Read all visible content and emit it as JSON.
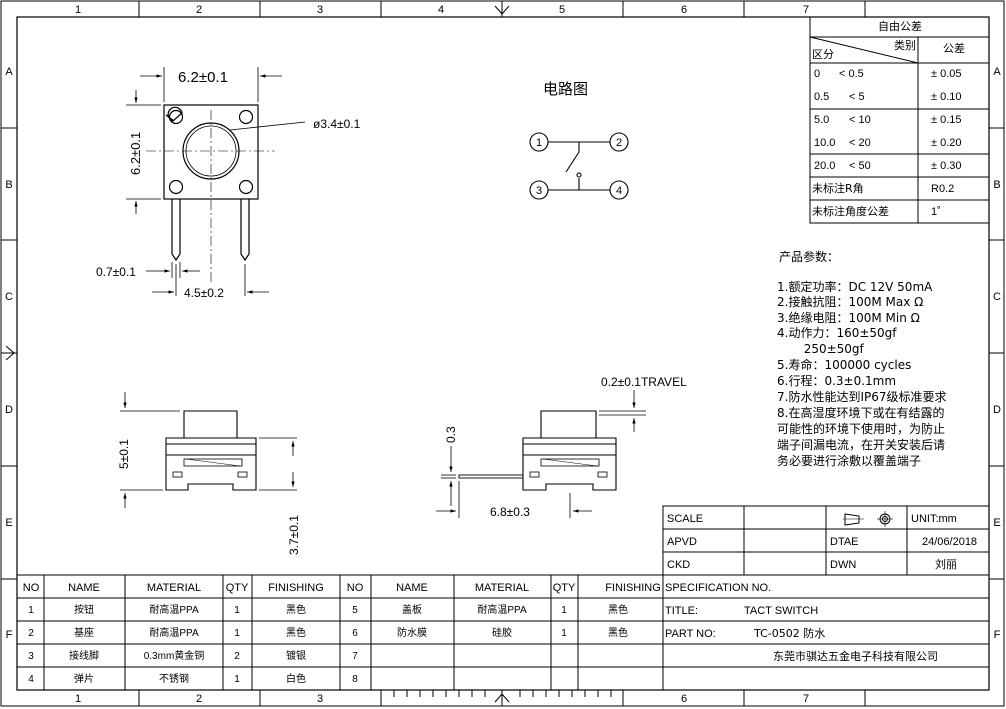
{
  "frame": {
    "cols": [
      "1",
      "2",
      "3",
      "4",
      "5",
      "6",
      "7"
    ],
    "rows": [
      "A",
      "B",
      "C",
      "D",
      "E",
      "F"
    ]
  },
  "views": {
    "top_width": "6.2±0.1",
    "top_height": "6.2±0.1",
    "button_dia": "ø3.4±0.1",
    "pin_width": "0.7±0.1",
    "pin_pitch": "4.5±0.2",
    "side_height": "5±0.1",
    "side_total": "3.7±0.1",
    "travel": "0.2±0.1TRAVEL",
    "lead_thk": "0.3",
    "lead_len": "6.8±0.3"
  },
  "circuit": {
    "title": "电路图",
    "pins": [
      "1",
      "2",
      "3",
      "4"
    ]
  },
  "tolerance": {
    "title": "自由公差",
    "head_category": "类别",
    "head_range": "区分",
    "head_tol": "公差",
    "rows": [
      {
        "from": "0",
        "to": "< 0.5",
        "tol": "± 0.05"
      },
      {
        "from": "0.5",
        "to": "< 5",
        "tol": "± 0.10"
      },
      {
        "from": "5.0",
        "to": "< 10",
        "tol": "± 0.15"
      },
      {
        "from": "10.0",
        "to": "< 20",
        "tol": "± 0.20"
      },
      {
        "from": "20.0",
        "to": "< 50",
        "tol": "± 0.30"
      }
    ],
    "r_label": "未标注R角",
    "r_value": "R0.2",
    "angle_label": "未标注角度公差",
    "angle_value": "1˚"
  },
  "params": {
    "title": "产品参数：",
    "lines": [
      "1.额定功率：DC 12V 50mA",
      "2.接触抗阻：100M   Max Ω",
      "3.绝缘电阻：100M   Min  Ω",
      "4.动作力：160±50gf",
      "       250±50gf",
      "5.寿命：100000 cycles",
      "6.行程：0.3±0.1mm",
      "7.防水性能达到IP67级标准要求",
      "8.在高湿度环境下或在有结露的",
      "可能性的环境下使用时，为防止",
      "端子间漏电流，在开关安装后请",
      "务必要进行涂敷以覆盖端子"
    ]
  },
  "title_block": {
    "scale": "SCALE",
    "unit": "UNIT:mm",
    "apvd": "APVD",
    "dtae": "DTAE",
    "date": "24/06/2018",
    "ckd": "CKD",
    "dwn": "DWN",
    "drawer": "刘丽",
    "spec": "SPECIFICATION NO.",
    "title_label": "TITLE:",
    "title_value": "TACT SWITCH",
    "part_label": "PART NO:",
    "part_value": "TC-0502 防水",
    "company": "东莞市骐达五金电子科技有限公司"
  },
  "bom": {
    "headers": [
      "NO",
      "NAME",
      "MATERIAL",
      "QTY",
      "FINISHING"
    ],
    "left": [
      {
        "no": "1",
        "name": "按钮",
        "material": "耐高温PPA",
        "qty": "1",
        "finish": "黑色"
      },
      {
        "no": "2",
        "name": "基座",
        "material": "耐高温PPA",
        "qty": "1",
        "finish": "黑色"
      },
      {
        "no": "3",
        "name": "接线脚",
        "material": "0.3mm黄金铜",
        "qty": "2",
        "finish": "镀银"
      },
      {
        "no": "4",
        "name": "弹片",
        "material": "不锈钢",
        "qty": "1",
        "finish": "白色"
      }
    ],
    "right": [
      {
        "no": "5",
        "name": "盖板",
        "material": "耐高温PPA",
        "qty": "1",
        "finish": "黑色"
      },
      {
        "no": "6",
        "name": "防水膜",
        "material": "硅胶",
        "qty": "1",
        "finish": "黑色"
      },
      {
        "no": "7",
        "name": "",
        "material": "",
        "qty": "",
        "finish": ""
      },
      {
        "no": "8",
        "name": "",
        "material": "",
        "qty": "",
        "finish": ""
      }
    ]
  }
}
